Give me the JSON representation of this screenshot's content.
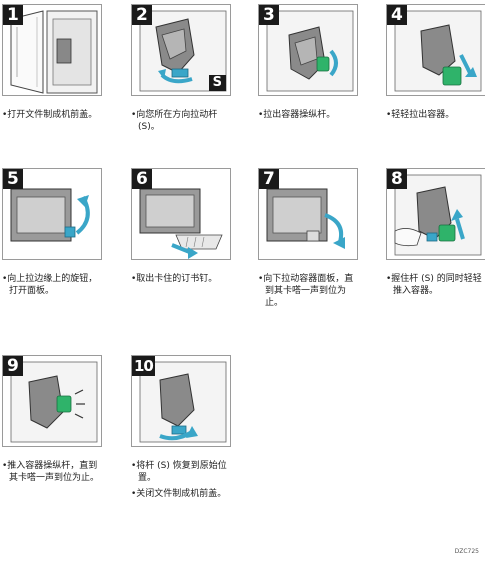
{
  "steps": [
    {
      "number": "1",
      "captions": [
        "•打开文件制成机前盖。"
      ]
    },
    {
      "number": "2",
      "badge": "S",
      "captions": [
        "•向您所在方向拉动杆 (S)。"
      ]
    },
    {
      "number": "3",
      "captions": [
        "•拉出容器操纵杆。"
      ]
    },
    {
      "number": "4",
      "captions": [
        "•轻轻拉出容器。"
      ]
    },
    {
      "number": "5",
      "captions": [
        "•向上拉边缘上的旋钮，打开面板。"
      ]
    },
    {
      "number": "6",
      "captions": [
        "•取出卡住的订书钉。"
      ]
    },
    {
      "number": "7",
      "captions": [
        "•向下拉动容器面板，直到其卡嗒一声到位为止。"
      ]
    },
    {
      "number": "8",
      "captions": [
        "•握住杆 (S) 的同时轻轻推入容器。"
      ]
    },
    {
      "number": "9",
      "captions": [
        "•推入容器操纵杆，直到其卡嗒一声到位为止。"
      ]
    },
    {
      "number": "10",
      "captions": [
        "•将杆 (S) 恢复到原始位置。",
        "•关闭文件制成机前盖。"
      ]
    }
  ],
  "figure_code": "DZC725",
  "colors": {
    "accent": "#3aa6c8",
    "highlight": "#2fb36a",
    "number_bg": "#1a1a1a"
  }
}
